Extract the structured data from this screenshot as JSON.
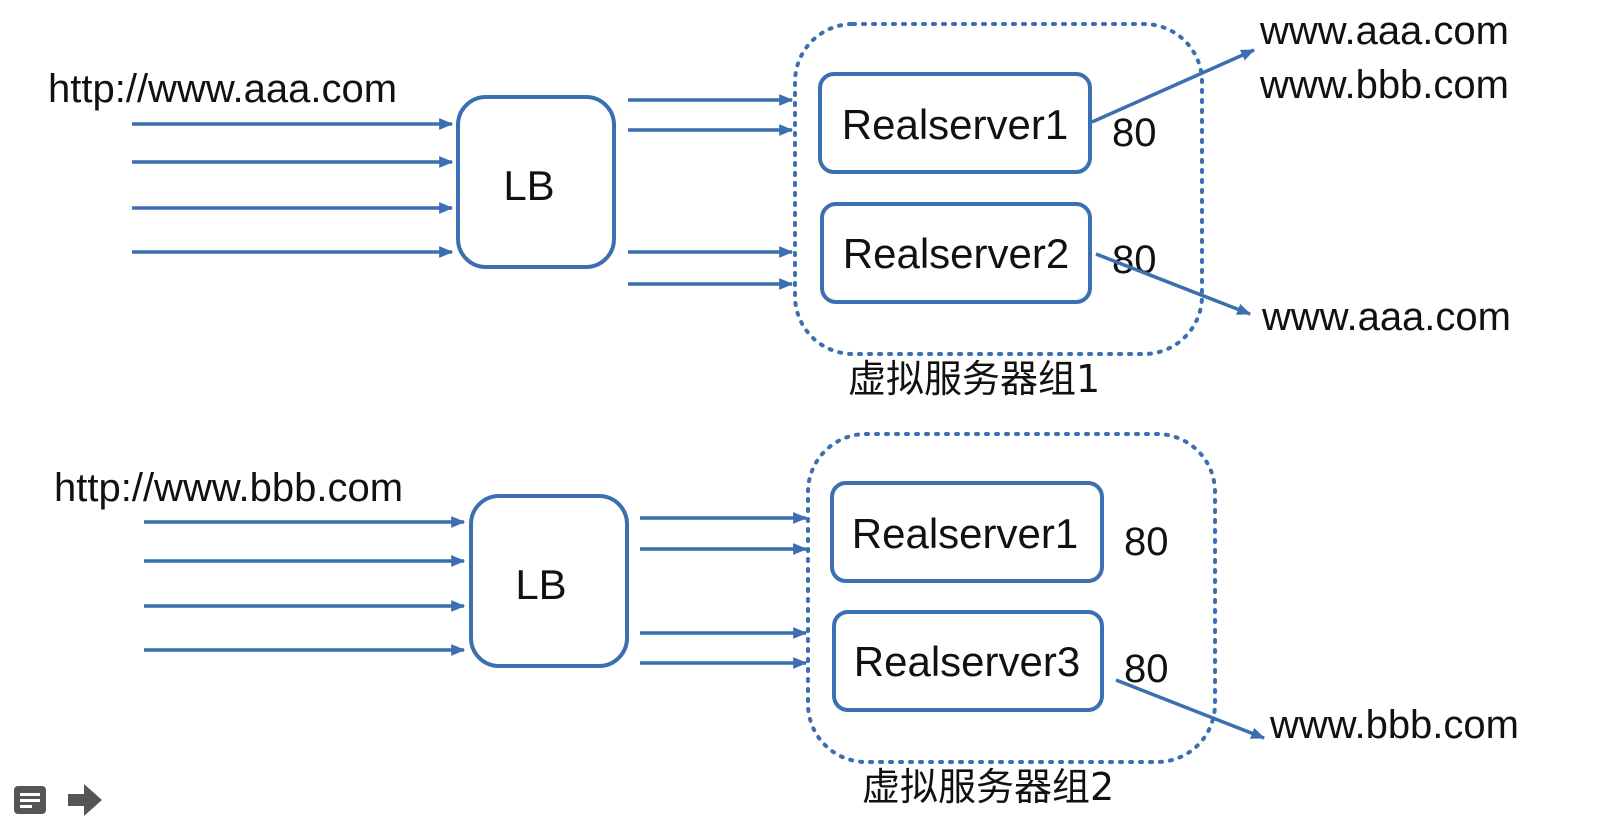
{
  "accent_color": "#3b6fb0",
  "icons": {
    "notes": "notes-icon",
    "next": "arrow-right-icon"
  },
  "diagram_top": {
    "request_url": "http://www.aaa.com",
    "lb_label": "LB",
    "group_label": "虚拟服务器组1",
    "server_1": {
      "name": "Realserver1",
      "port": "80",
      "sites": [
        "www.aaa.com",
        "www.bbb.com"
      ]
    },
    "server_2": {
      "name": "Realserver2",
      "port": "80",
      "sites": [
        "www.aaa.com"
      ]
    }
  },
  "diagram_bottom": {
    "request_url": "http://www.bbb.com",
    "lb_label": "LB",
    "group_label": "虚拟服务器组2",
    "server_1": {
      "name": "Realserver1",
      "port": "80"
    },
    "server_3": {
      "name": "Realserver3",
      "port": "80",
      "sites": [
        "www.bbb.com"
      ]
    }
  }
}
